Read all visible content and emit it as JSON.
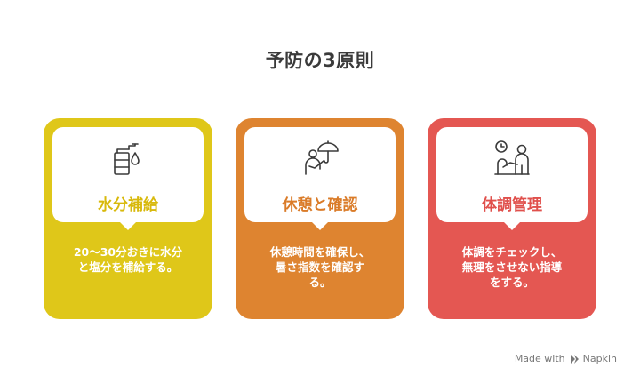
{
  "page": {
    "title": "予防の3原則"
  },
  "cards": [
    {
      "heading": "水分補給",
      "description": "20〜30分おきに水分\nと塩分を補給する。",
      "color": "#DFC719",
      "heading_color": "#D8B90C",
      "icon": "water-dispenser-icon"
    },
    {
      "heading": "休憩と確認",
      "description": "休憩時間を確保し、\n暑さ指数を確認す\nる。",
      "color": "#DE8430",
      "heading_color": "#DA7B28",
      "icon": "person-umbrella-icon"
    },
    {
      "heading": "体調管理",
      "description": "体調をチェックし、\n無理をさせない指導\nをする。",
      "color": "#E45752",
      "heading_color": "#E0504C",
      "icon": "clock-consultation-icon"
    }
  ],
  "footer": {
    "made_with": "Made with",
    "brand": "Napkin"
  }
}
